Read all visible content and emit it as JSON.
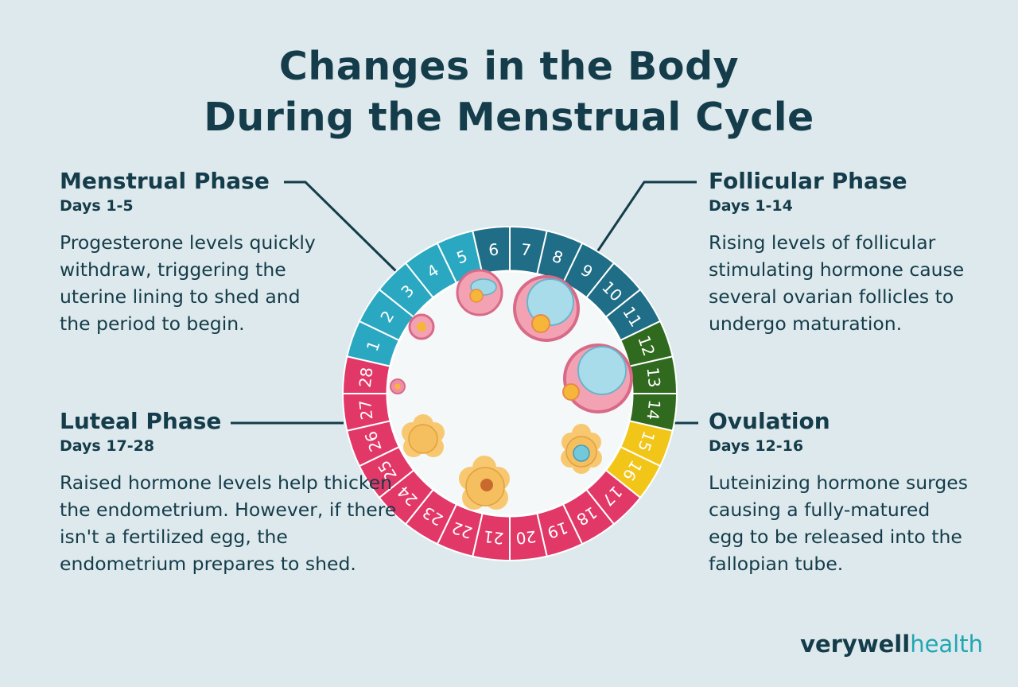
{
  "title": {
    "line1": "Changes in the Body",
    "line2": "During the Menstrual Cycle"
  },
  "phases": {
    "menstrual": {
      "title": "Menstrual Phase",
      "days": "Days 1-5",
      "description": "Progesterone levels quickly withdraw, triggering the uterine lining to shed and the period to begin."
    },
    "follicular": {
      "title": "Follicular Phase",
      "days": "Days 1-14",
      "description": "Rising levels of follicular stimulating hormone cause several ovarian follicles to undergo maturation."
    },
    "luteal": {
      "title": "Luteal Phase",
      "days": "Days 17-28",
      "description": "Raised hormone levels help thicken the endometrium. However, if there isn't a fertilized egg, the endometrium prepares to shed."
    },
    "ovulation": {
      "title": "Ovulation",
      "days": "Days 12-16",
      "description": "Luteinizing hormone surges causing a fully-matured egg to be released into the fallopian tube."
    }
  },
  "cycle": {
    "days": [
      "1",
      "2",
      "3",
      "4",
      "5",
      "6",
      "7",
      "8",
      "9",
      "10",
      "11",
      "12",
      "13",
      "14",
      "15",
      "16",
      "17",
      "18",
      "19",
      "20",
      "21",
      "22",
      "23",
      "24",
      "25",
      "26",
      "27",
      "28"
    ],
    "day_phase": [
      "menstrual",
      "menstrual",
      "menstrual",
      "menstrual",
      "menstrual",
      "follicular",
      "follicular",
      "follicular",
      "follicular",
      "follicular",
      "follicular",
      "fertile",
      "fertile",
      "fertile",
      "ovulation",
      "ovulation",
      "luteal",
      "luteal",
      "luteal",
      "luteal",
      "luteal",
      "luteal",
      "luteal",
      "luteal",
      "luteal",
      "luteal",
      "luteal",
      "luteal"
    ],
    "colors": {
      "menstrual": "#2aa8c1",
      "follicular": "#1f6d86",
      "fertile": "#2f6a1e",
      "ovulation": "#f2c619",
      "luteal": "#e13868"
    }
  },
  "colors": {
    "background": "#dde9ec",
    "text": "#143c4a",
    "brand_accent": "#22a6b3"
  },
  "brand": {
    "part1": "verywell",
    "part2": "health"
  }
}
